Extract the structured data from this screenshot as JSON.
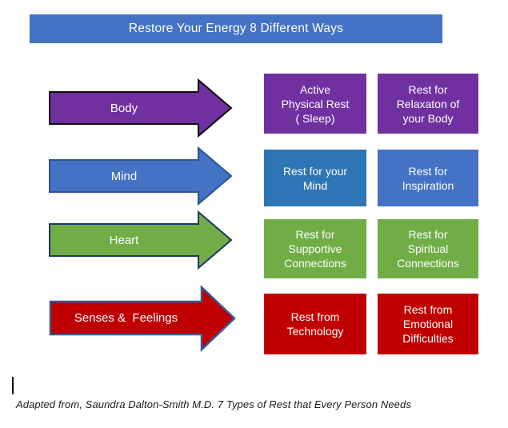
{
  "title": {
    "label": "Restore Your Energy 8 Different Ways",
    "bg": "#4472C4",
    "text_color": "#FFFFFF"
  },
  "rows": [
    {
      "arrow": {
        "label": "Body",
        "fill": "#7030A0",
        "stroke": "#0D0D0D"
      },
      "boxes": [
        {
          "text": "Active\nPhysical Rest\n( Sleep)",
          "bg": "#7030A0"
        },
        {
          "text": "Rest for\nRelaxaton of\nyour Body",
          "bg": "#7030A0"
        }
      ]
    },
    {
      "arrow": {
        "label": "Mind",
        "fill": "#4472C4",
        "stroke": "#2F528F"
      },
      "boxes": [
        {
          "text": "Rest for your\nMind",
          "bg": "#2E75B6"
        },
        {
          "text": "Rest for\nInspiration",
          "bg": "#4472C4"
        }
      ]
    },
    {
      "arrow": {
        "label": "Heart",
        "fill": "#70AD47",
        "stroke": "#1F3864"
      },
      "boxes": [
        {
          "text": "Rest for\nSupportive\nConnections",
          "bg": "#70AD47"
        },
        {
          "text": "Rest for\nSpiritual\nConnections",
          "bg": "#70AD47"
        }
      ]
    },
    {
      "arrow": {
        "label": "Senses &  Feelings",
        "fill": "#C00000",
        "stroke": "#3A5795"
      },
      "boxes": [
        {
          "text": "Rest from\nTechnology",
          "bg": "#C00000"
        },
        {
          "text": "Rest from\nEmotional\nDifficulties",
          "bg": "#C00000"
        }
      ]
    }
  ],
  "footer": {
    "credit": "Adapted from, Saundra Dalton-Smith M.D. 7 Types of Rest that Every Person Needs"
  }
}
